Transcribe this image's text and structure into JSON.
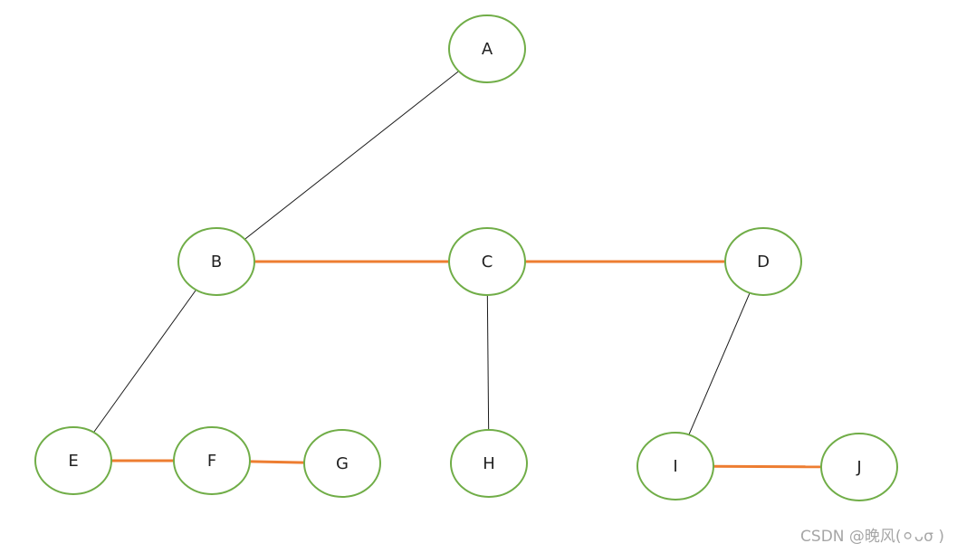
{
  "nodes": [
    {
      "id": "A",
      "label": "A"
    },
    {
      "id": "B",
      "label": "B"
    },
    {
      "id": "C",
      "label": "C"
    },
    {
      "id": "D",
      "label": "D"
    },
    {
      "id": "E",
      "label": "E"
    },
    {
      "id": "F",
      "label": "F"
    },
    {
      "id": "G",
      "label": "G"
    },
    {
      "id": "H",
      "label": "H"
    },
    {
      "id": "I",
      "label": "I"
    },
    {
      "id": "J",
      "label": "J"
    }
  ],
  "edges": [
    {
      "from": "A",
      "to": "B",
      "style": "thin"
    },
    {
      "from": "B",
      "to": "C",
      "style": "thick"
    },
    {
      "from": "C",
      "to": "D",
      "style": "thick"
    },
    {
      "from": "B",
      "to": "E",
      "style": "thin"
    },
    {
      "from": "C",
      "to": "H",
      "style": "thin"
    },
    {
      "from": "D",
      "to": "I",
      "style": "thin"
    },
    {
      "from": "E",
      "to": "F",
      "style": "thick"
    },
    {
      "from": "F",
      "to": "G",
      "style": "thick"
    },
    {
      "from": "I",
      "to": "J",
      "style": "thick"
    }
  ],
  "colors": {
    "node_stroke": "#70ad47",
    "thin_edge": "#1a1a1a",
    "thick_edge": "#ed7d31",
    "watermark": "#a6a6a6"
  },
  "watermark": {
    "text": "CSDN @晚风(⚪︎ᴗσ )"
  }
}
